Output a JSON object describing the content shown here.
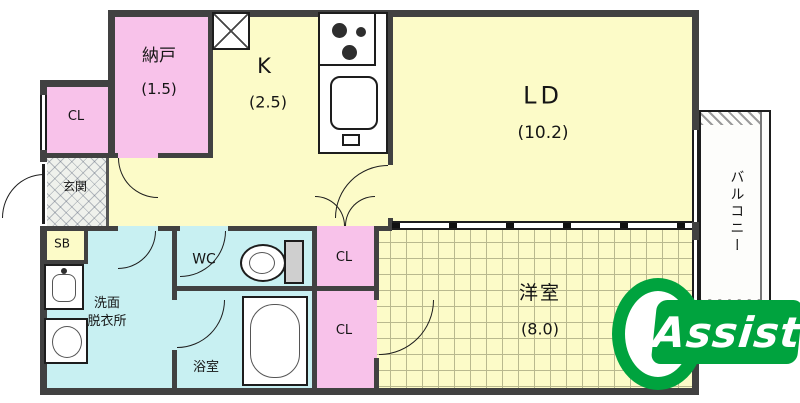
{
  "plan": {
    "rooms": {
      "cl_top": {
        "label": "CL"
      },
      "nando": {
        "name": "納戸",
        "size": "(1.5)"
      },
      "kitchen": {
        "name": "K",
        "size": "(2.5)"
      },
      "ld": {
        "name": "LD",
        "size": "(10.2)"
      },
      "balcony": {
        "name": "バルコニー"
      },
      "genkan": {
        "name": "玄関"
      },
      "sb": {
        "label": "SB"
      },
      "wc": {
        "label": "WC"
      },
      "senmen": {
        "line1": "洗面",
        "line2": "脱衣所"
      },
      "bath": {
        "name": "浴室"
      },
      "cl_mid": {
        "label": "CL"
      },
      "cl_low": {
        "label": "CL"
      },
      "yoshitsu": {
        "name": "洋室",
        "size": "(8.0)"
      }
    },
    "logo": {
      "text": "Assist"
    },
    "colors": {
      "room-yellow": "#FCFBC8",
      "room-pink": "#F8C2EA",
      "room-cyan": "#C8F0F2",
      "tile-bg": "#EFF1EC",
      "wall": "#414141",
      "line": "#1D1D1D",
      "grid-line": "#B9B98E",
      "logo-green": "#00A33E"
    }
  }
}
